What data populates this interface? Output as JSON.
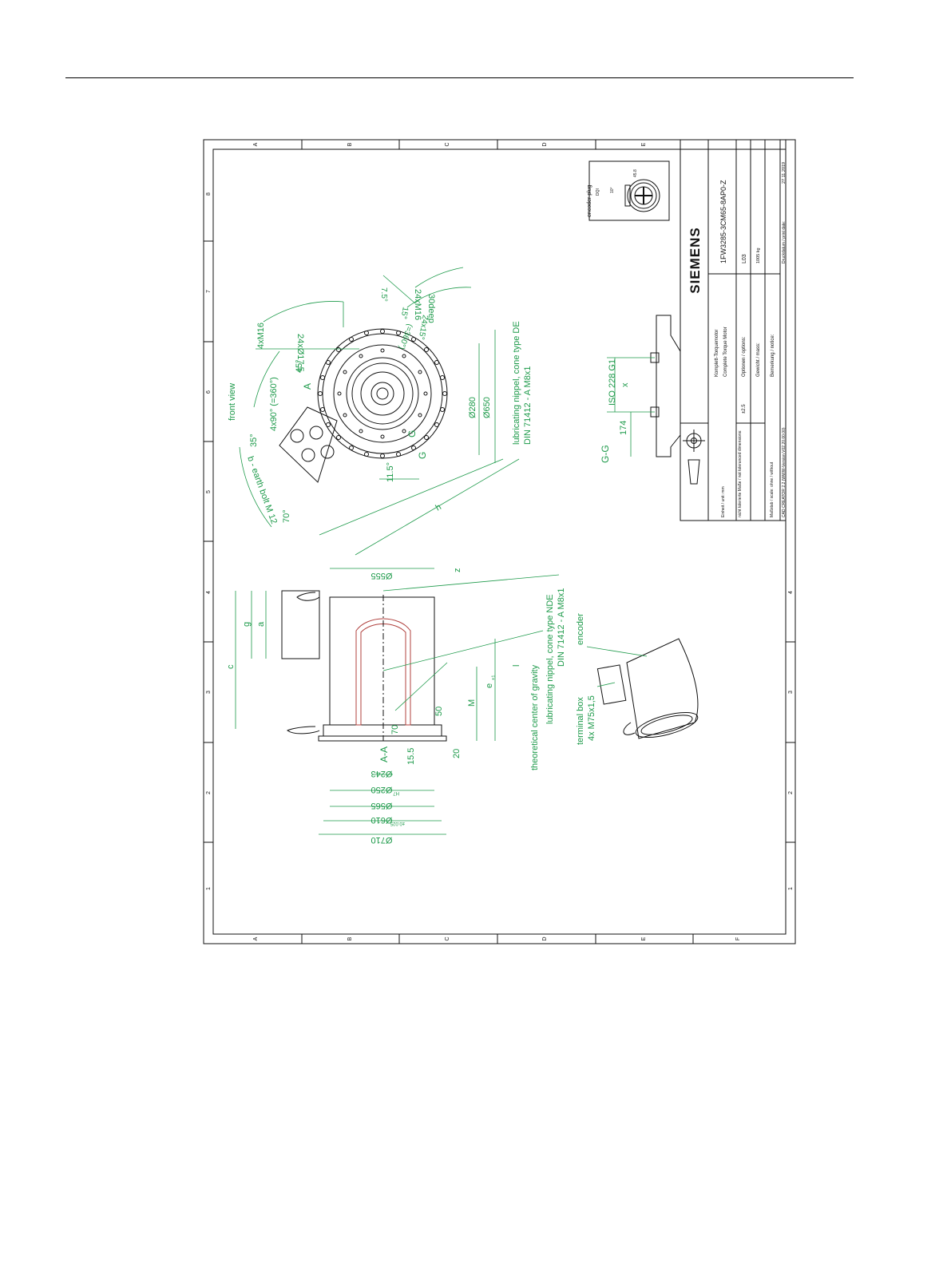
{
  "frame": {
    "zone_letters_top": [
      "A",
      "B",
      "C",
      "D",
      "E"
    ],
    "zone_letters_bottom": [
      "A",
      "B",
      "C",
      "D",
      "E",
      "F"
    ],
    "zone_numbers_left": [
      "8",
      "7",
      "6",
      "5",
      "4",
      "3",
      "2",
      "1"
    ],
    "zone_numbers_right": [
      "4",
      "3",
      "2",
      "1"
    ]
  },
  "title_block": {
    "brand": "SIEMENS",
    "product_de": "Komplett-Torquemotor",
    "product_en": "Complete Torque Motor",
    "order_number": "1FW3285-3CM65-8AP0-Z",
    "options_label": "Optionen / options:",
    "options_value": "L03",
    "weight_label": "Gewicht / mass:",
    "weight_value": "1005 kg",
    "notice_label": "Bemerkung / notice:",
    "unit": "Einheit / unit: mm",
    "tolerance_label": "nicht tolerierte Maße / not toleranced dimensions:",
    "tolerance_value": "±2.5",
    "scale": "Maßstab / scale: ohne / without",
    "software": "CAD CREATOR 2.2 (WWW-Version V02.20.00.00)",
    "print_date_label": "Druckdatum / print date:",
    "print_date": "27.11.2019"
  },
  "detail_encoder_plug": {
    "title": "encoder plug",
    "sub": "DQI",
    "angle_a": "10°",
    "angle_b": "45.8"
  },
  "front_view": {
    "title": "front view",
    "labels": {
      "a4xM16": "4xM16",
      "a45": "45°",
      "a4x90": "4x90° (=360°)",
      "aA": "A",
      "a35": "35°",
      "a24x17": "24xØ17.5",
      "a24xM16": "24xM16",
      "a30deep": "30deep",
      "a24x15": "24x15°",
      "a7_5": "7.5°",
      "a15": "15°",
      "a360": "(=360°)",
      "a280": "Ø280",
      "a650": "Ø650",
      "aG": "G",
      "aG2": "G",
      "a11_5": "11.5°",
      "a70": "70°",
      "earth": "b - earth bolt M 12",
      "h": "h",
      "lub_de_1": "lubricating nippel, cone type DE",
      "lub_de_2": "DIN 71412 - A M8x1"
    }
  },
  "section_gg": {
    "title": "G-G",
    "iso": "ISO 228 G1",
    "x": "x",
    "d174": "174"
  },
  "side_view": {
    "d555": "Ø555",
    "z": "z",
    "g": "g",
    "a": "a",
    "c": "c",
    "l": "l",
    "M": "M",
    "e": "e",
    "e_sub": "±1",
    "d50": "50",
    "d70": "70",
    "AA": "A-A",
    "d15_5": "15.5",
    "d20": "20",
    "d243": "Ø243",
    "d250": "Ø250",
    "d250_tol": "H7",
    "d565": "Ø565",
    "d610": "Ø610",
    "d610_tol": "±0.025",
    "d710": "Ø710",
    "cog": "theoretical center of gravity",
    "lub_nde_1": "lubricating nippel, cone type NDE",
    "lub_nde_2": "DIN 71412 - A M8x1"
  },
  "iso_view": {
    "encoder": "encoder",
    "terminal_1": "terminal box",
    "terminal_2": "4x M75x1,5"
  }
}
